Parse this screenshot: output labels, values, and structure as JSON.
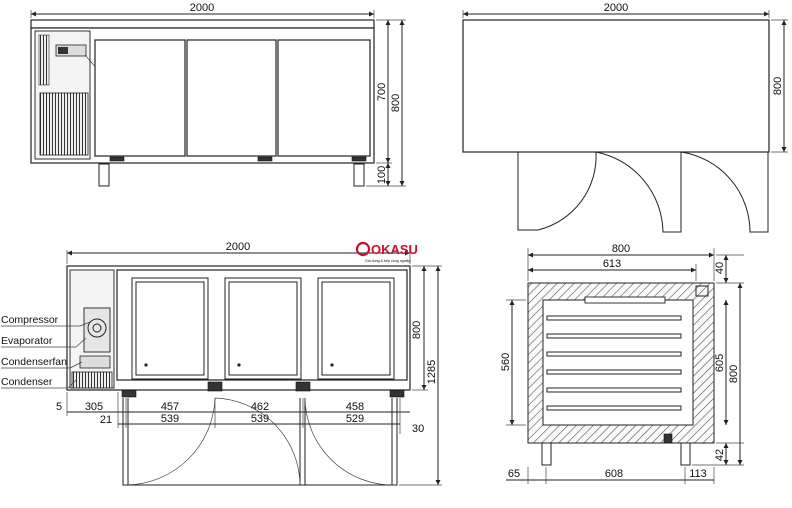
{
  "front_view": {
    "width": "2000",
    "h_top": "700",
    "h_total": "800",
    "h_legs": "100"
  },
  "top_view": {
    "width": "2000",
    "depth": "800"
  },
  "section_view": {
    "width": "2000",
    "height_top": "800",
    "height_total": "1285",
    "labels": {
      "compressor": "Compressor",
      "evaporator": "Evaporator",
      "condenser_fan": "Condenserfan",
      "condenser": "Condenser"
    },
    "row_a": [
      "5",
      "305",
      "457",
      "462",
      "458"
    ],
    "row_b": [
      "21",
      "539",
      "539",
      "529"
    ],
    "door_offset": "30"
  },
  "side_view": {
    "width": "800",
    "inner_width": "613",
    "top_gap": "40",
    "inner_height": "560",
    "mid_height": "605",
    "height": "800",
    "leg": "42",
    "left_margin": "65",
    "shelf_span": "608",
    "right_margin": "113"
  },
  "brand": {
    "name": "OKASU",
    "tagline": "Gia dụng & bếp công nghiệp"
  },
  "colors": {
    "line": "#222222",
    "brand_red": "#c8102e",
    "background": "#ffffff"
  }
}
